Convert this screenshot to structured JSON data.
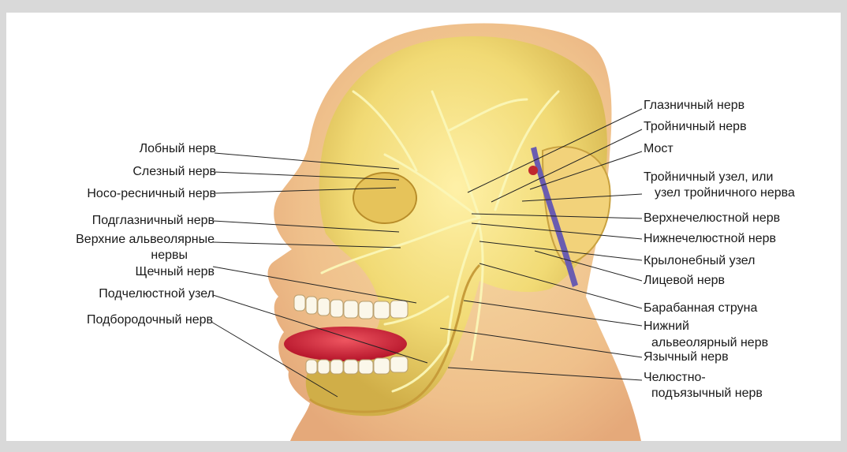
{
  "labels_left": [
    {
      "id": "frontal",
      "text": "Лобный нерв"
    },
    {
      "id": "lacrimal",
      "text": "Слезный нерв"
    },
    {
      "id": "nasociliary",
      "text": "Носо-ресничный нерв"
    },
    {
      "id": "infraorbital",
      "text": "Подглазничный нерв"
    },
    {
      "id": "superior-alveolar",
      "text": "Верхние альвеолярные нервы",
      "line1": "Верхние альвеолярные",
      "line2": "нервы"
    },
    {
      "id": "buccal",
      "text": "Щечный нерв"
    },
    {
      "id": "submandibular-ganglion",
      "text": "Подчелюстной узел"
    },
    {
      "id": "mental",
      "text": "Подбородочный нерв"
    }
  ],
  "labels_right": [
    {
      "id": "ophthalmic",
      "text": "Глазничный нерв"
    },
    {
      "id": "trigeminal",
      "text": "Тройничный нерв"
    },
    {
      "id": "pons",
      "text": "Мост"
    },
    {
      "id": "trigeminal-ganglion",
      "text": "Тройничный узел, или узел тройничного нерва",
      "line1": "Тройничный узел, или",
      "line2": "узел тройничного нерва"
    },
    {
      "id": "maxillary",
      "text": "Верхнечелюстной нерв"
    },
    {
      "id": "mandibular",
      "text": "Нижнечелюстной нерв"
    },
    {
      "id": "pterygopalatine",
      "text": "Крылонебный узел"
    },
    {
      "id": "facial",
      "text": "Лицевой нерв"
    },
    {
      "id": "chorda-tympani",
      "text": "Барабанная струна"
    },
    {
      "id": "inferior-alveolar",
      "text": "Нижний альвеолярный нерв",
      "line1": "Нижний",
      "line2": "альвеолярный нерв"
    },
    {
      "id": "lingual",
      "text": "Язычный нерв"
    },
    {
      "id": "mylohyoid",
      "text": "Челюстно-подъязычный нерв",
      "line1": "Челюстно-",
      "line2": "подъязычный нерв"
    }
  ],
  "colors": {
    "background": "#d9d9d9",
    "panel": "#ffffff",
    "skin": "#f2c48e",
    "skull": "#f3e38a",
    "nerve": "#fbf7b8",
    "tongue": "#d8243a",
    "leader": "#222222",
    "pons": "#6a5cb0"
  }
}
